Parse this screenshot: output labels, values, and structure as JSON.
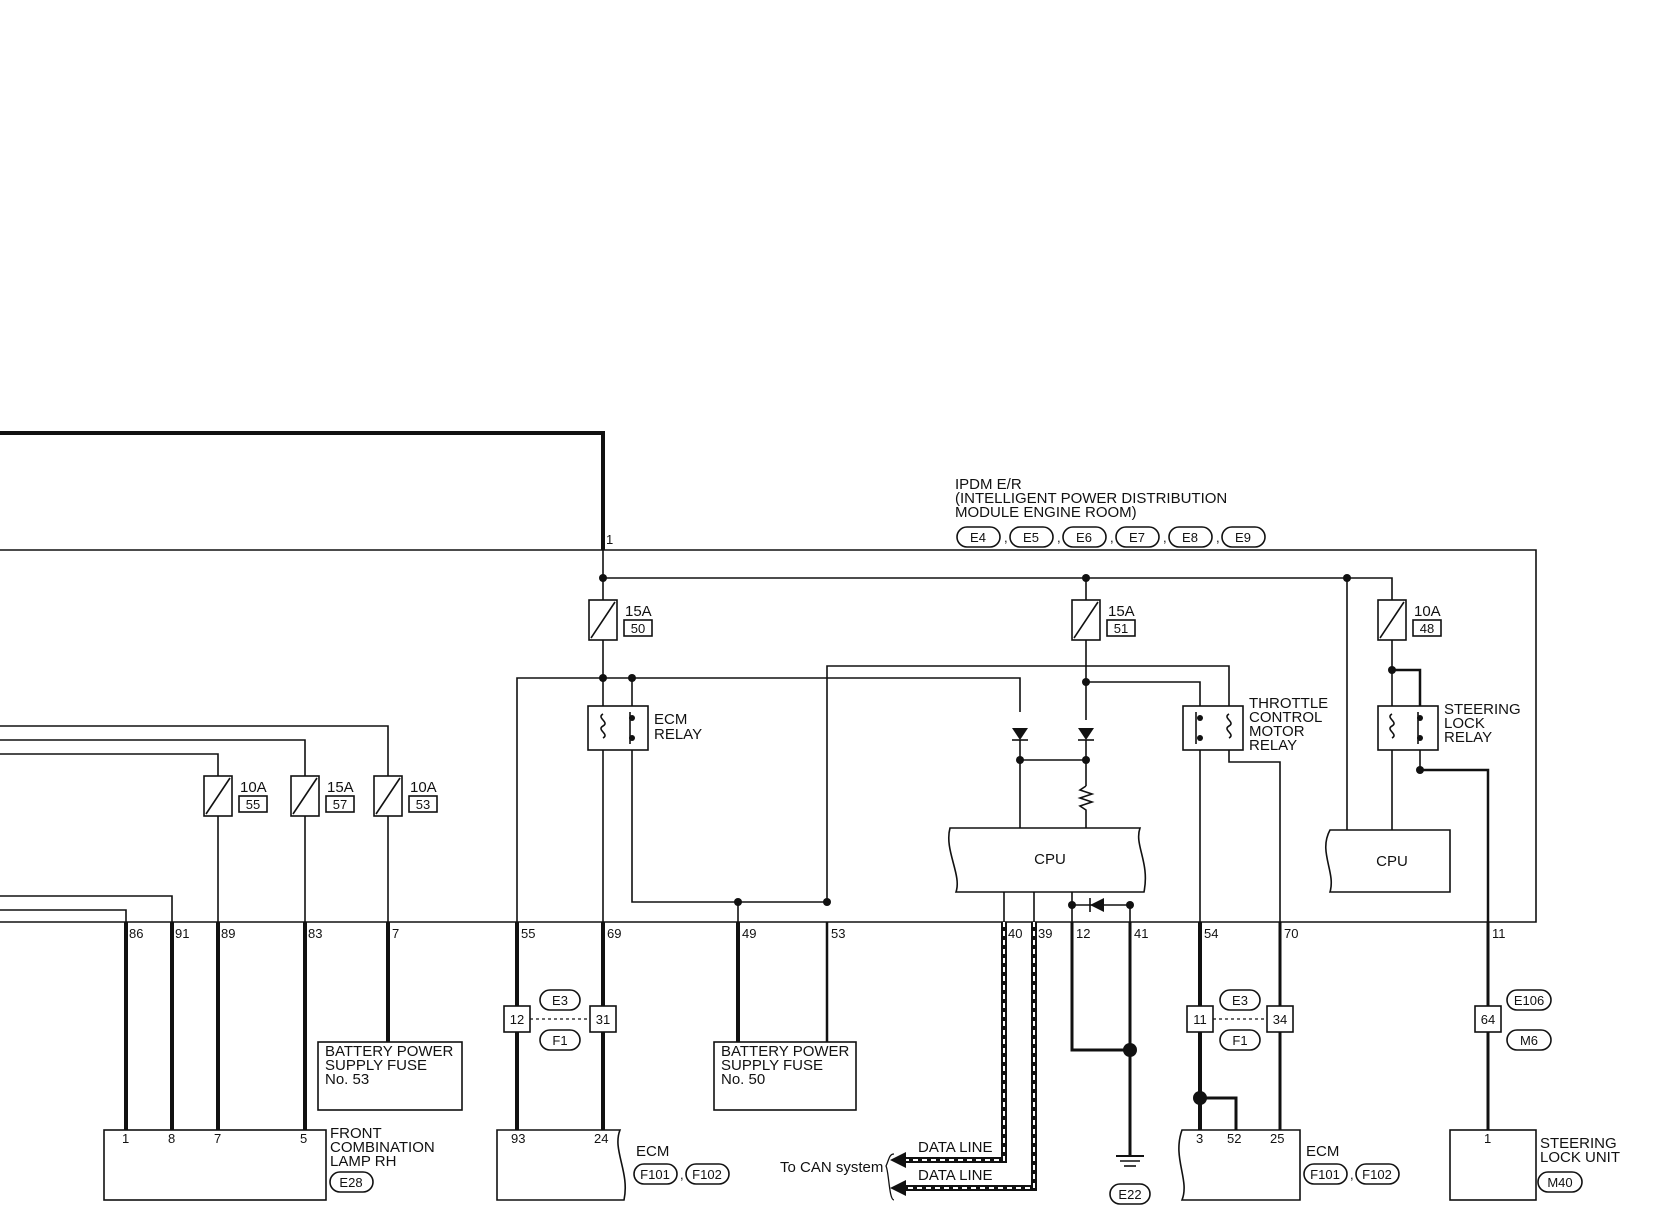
{
  "ipdm": {
    "title_line1": "IPDM E/R",
    "title_line2": "(INTELLIGENT POWER DISTRIBUTION",
    "title_line3": " MODULE ENGINE ROOM)",
    "connectors": [
      "E4",
      "E5",
      "E6",
      "E7",
      "E8",
      "E9"
    ],
    "top_pin": "1"
  },
  "fuses_top": [
    {
      "amp": "15A",
      "num": "50"
    },
    {
      "amp": "15A",
      "num": "51"
    },
    {
      "amp": "10A",
      "num": "48"
    }
  ],
  "fuses_left": [
    {
      "amp": "10A",
      "num": "55"
    },
    {
      "amp": "15A",
      "num": "57"
    },
    {
      "amp": "10A",
      "num": "53"
    }
  ],
  "relays": {
    "ecm": [
      "ECM",
      "RELAY"
    ],
    "throttle": [
      "THROTTLE",
      "CONTROL",
      "MOTOR",
      "RELAY"
    ],
    "steering": [
      "STEERING",
      "LOCK",
      "RELAY"
    ]
  },
  "cpu_labels": [
    "CPU",
    "CPU"
  ],
  "ipdm_pins": [
    "86",
    "91",
    "89",
    "83",
    "7",
    "55",
    "69",
    "49",
    "53",
    "40",
    "39",
    "12",
    "41",
    "54",
    "70",
    "11"
  ],
  "joint_connectors": {
    "left": {
      "top": "E3",
      "bottom": "F1",
      "pin_a": "12",
      "pin_b": "31"
    },
    "right": {
      "top": "E3",
      "bottom": "F1",
      "pin_a": "11",
      "pin_b": "34"
    },
    "steering": {
      "top": "E106",
      "bottom": "M6",
      "pin": "64"
    }
  },
  "battery_fuse_boxes": [
    [
      "BATTERY POWER",
      "SUPPLY FUSE",
      "No. 53"
    ],
    [
      "BATTERY POWER",
      "SUPPLY FUSE",
      "No. 50"
    ]
  ],
  "front_lamp": {
    "label": [
      "FRONT",
      "COMBINATION",
      "LAMP RH"
    ],
    "connector": "E28",
    "pins": [
      "1",
      "8",
      "7",
      "5"
    ]
  },
  "ecm_left": {
    "label": "ECM",
    "connectors": [
      "F101",
      "F102"
    ],
    "pins": [
      "93",
      "24"
    ]
  },
  "ecm_right": {
    "label": "ECM",
    "connectors": [
      "F101",
      "F102"
    ],
    "pins": [
      "3",
      "52",
      "25"
    ]
  },
  "can": {
    "label": "To CAN system",
    "data_line_1": "DATA LINE",
    "data_line_2": "DATA LINE"
  },
  "ground": {
    "connector": "E22"
  },
  "steering_unit": {
    "label": [
      "STEERING",
      "LOCK UNIT"
    ],
    "connector": "M40",
    "pin": "1"
  }
}
